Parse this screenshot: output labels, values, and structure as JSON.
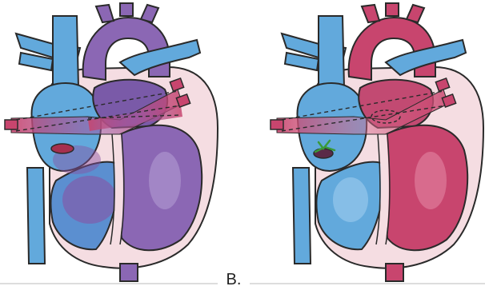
{
  "figure": {
    "panel_label": "B.",
    "colors": {
      "venous_blue": "#62a9dc",
      "venous_blue_dark": "#3e88c4",
      "mixed_purple": "#8b67b4",
      "mixed_purple_dark": "#6c4b98",
      "arterial_red": "#c8456e",
      "arterial_red_dark": "#a63058",
      "wall_pink": "#f5dde2",
      "outline": "#2a2a2a",
      "patch_green": "#3a9a3a"
    },
    "left_heart": {
      "icon": "heart-pre-repair-icon",
      "state": "mixed circulation (purple) with shunt"
    },
    "right_heart": {
      "icon": "heart-post-repair-icon",
      "state": "separated circulation (red) with green patch"
    }
  }
}
